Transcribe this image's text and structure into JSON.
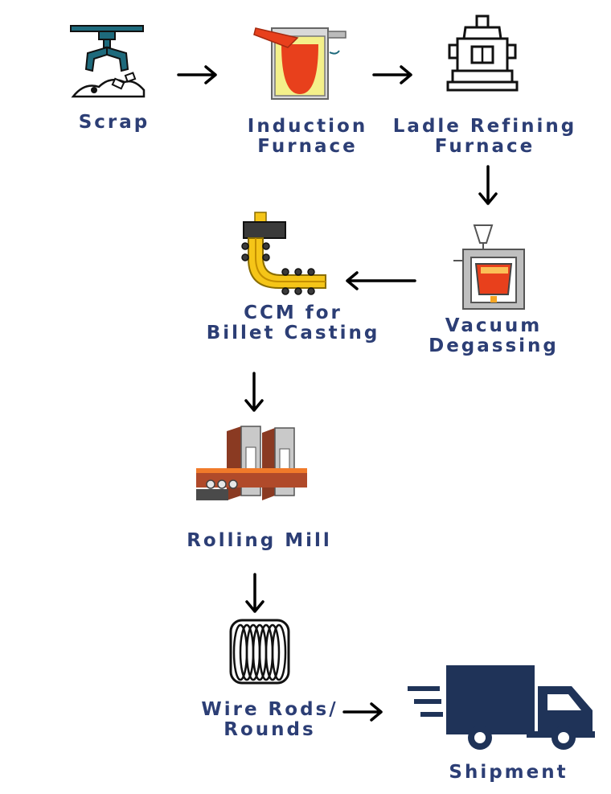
{
  "steps": {
    "scrap": {
      "label": "Scrap",
      "icon": "robotic-claw-icon"
    },
    "induction": {
      "line1": "Induction",
      "line2": "Furnace",
      "icon": "induction-furnace-icon"
    },
    "ladle": {
      "line1": "Ladle Refining",
      "line2": "Furnace",
      "icon": "ladle-furnace-icon"
    },
    "vacuum": {
      "line1": "Vacuum",
      "line2": "Degassing",
      "icon": "vacuum-degassing-icon"
    },
    "ccm": {
      "line1": "CCM for",
      "line2": "Billet Casting",
      "icon": "continuous-caster-icon"
    },
    "rolling": {
      "label": "Rolling Mill",
      "icon": "rolling-mill-icon"
    },
    "wire": {
      "line1": "Wire Rods/",
      "line2": "Rounds",
      "icon": "wire-coil-icon"
    },
    "shipment": {
      "label": "Shipment",
      "icon": "delivery-truck-icon"
    }
  },
  "colors": {
    "label": "#2c3e75",
    "truck": "#1f3358",
    "molten": "#e8401c",
    "arrow": "#000000"
  }
}
